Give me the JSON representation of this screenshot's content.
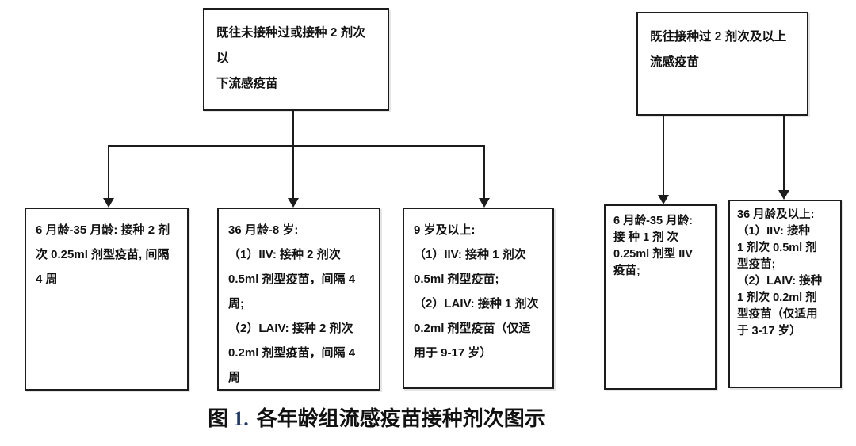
{
  "figure": {
    "colors": {
      "background": "#FFFFFF",
      "line": "#1C1C1C",
      "text": "#111111",
      "figure_number": "#1F3864"
    },
    "caption": {
      "label": "图",
      "number": "1.",
      "text": "各年龄组流感疫苗接种剂次图示"
    },
    "flowchart": {
      "root_left": {
        "text": "既往未接种过或接种 2 剂次以\n下流感疫苗"
      },
      "root_right": {
        "text": "既往接种过 2 剂次及以上\n流感疫苗"
      },
      "left_branches": [
        {
          "text": "6 月龄-35 月龄: 接种 2 剂\n次 0.25ml 剂型疫苗, 间隔\n4 周"
        },
        {
          "text": "36 月龄-8 岁:\n（1）IIV: 接种 2 剂次\n0.5ml 剂型疫苗，间隔 4\n周;\n（2）LAIV: 接种 2 剂次\n0.2ml 剂型疫苗，间隔 4\n周"
        },
        {
          "text": "9 岁及以上:\n（1）IIV: 接种 1 剂次\n0.5ml 剂型疫苗;\n（2）LAIV: 接种 1 剂次\n0.2ml 剂型疫苗（仅适\n用于 9-17 岁）"
        }
      ],
      "right_branches": [
        {
          "text": "6 月龄-35 月龄:\n接 种  1  剂 次\n0.25ml 剂型 IIV\n疫苗;"
        },
        {
          "text": "36 月龄及以上:\n（1）IIV: 接种\n1 剂次 0.5ml 剂\n型疫苗;\n（2）LAIV: 接种\n1 剂次 0.2ml 剂\n型疫苗（仅适用\n于 3-17 岁）"
        }
      ]
    }
  }
}
